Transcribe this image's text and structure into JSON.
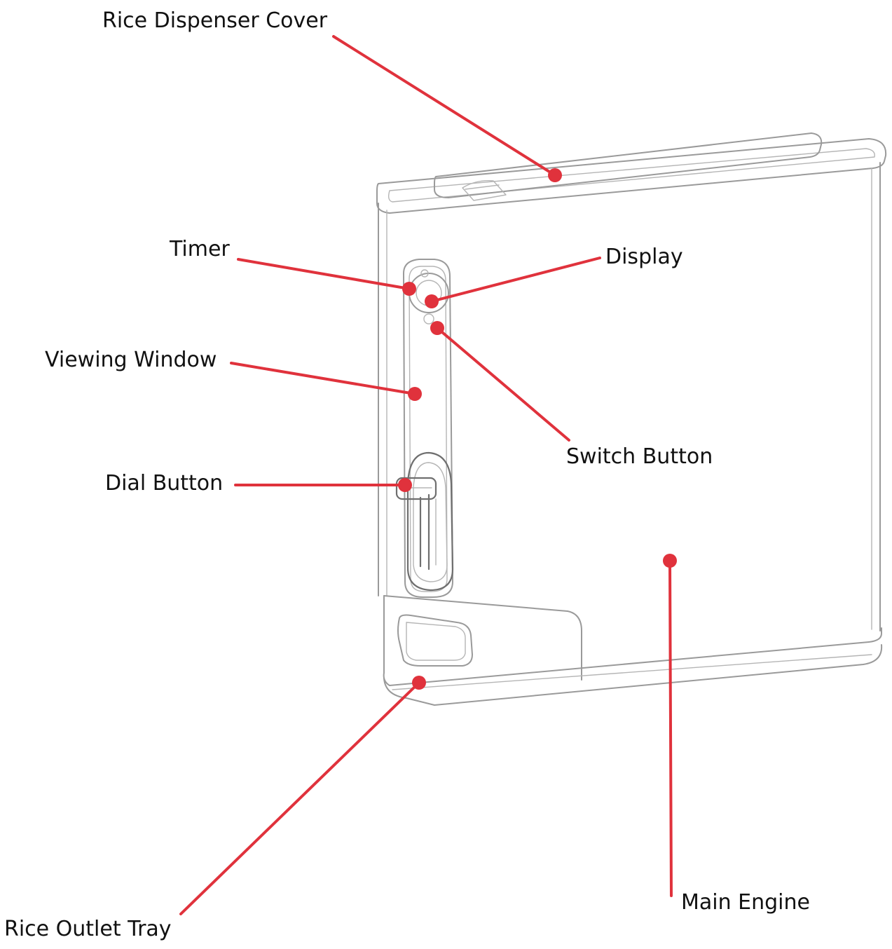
{
  "diagram": {
    "accent_color": "#e0323c",
    "brand_mark": "",
    "labels": [
      {
        "id": "rice-dispenser-cover",
        "text": "Rice Dispenser Cover"
      },
      {
        "id": "timer",
        "text": "Timer"
      },
      {
        "id": "display",
        "text": "Display"
      },
      {
        "id": "viewing-window",
        "text": "Viewing Window"
      },
      {
        "id": "switch-button",
        "text": "Switch Button"
      },
      {
        "id": "dial-button",
        "text": "Dial Button"
      },
      {
        "id": "main-engine",
        "text": "Main Engine"
      },
      {
        "id": "rice-outlet-tray",
        "text": "Rice Outlet  Tray"
      }
    ]
  }
}
